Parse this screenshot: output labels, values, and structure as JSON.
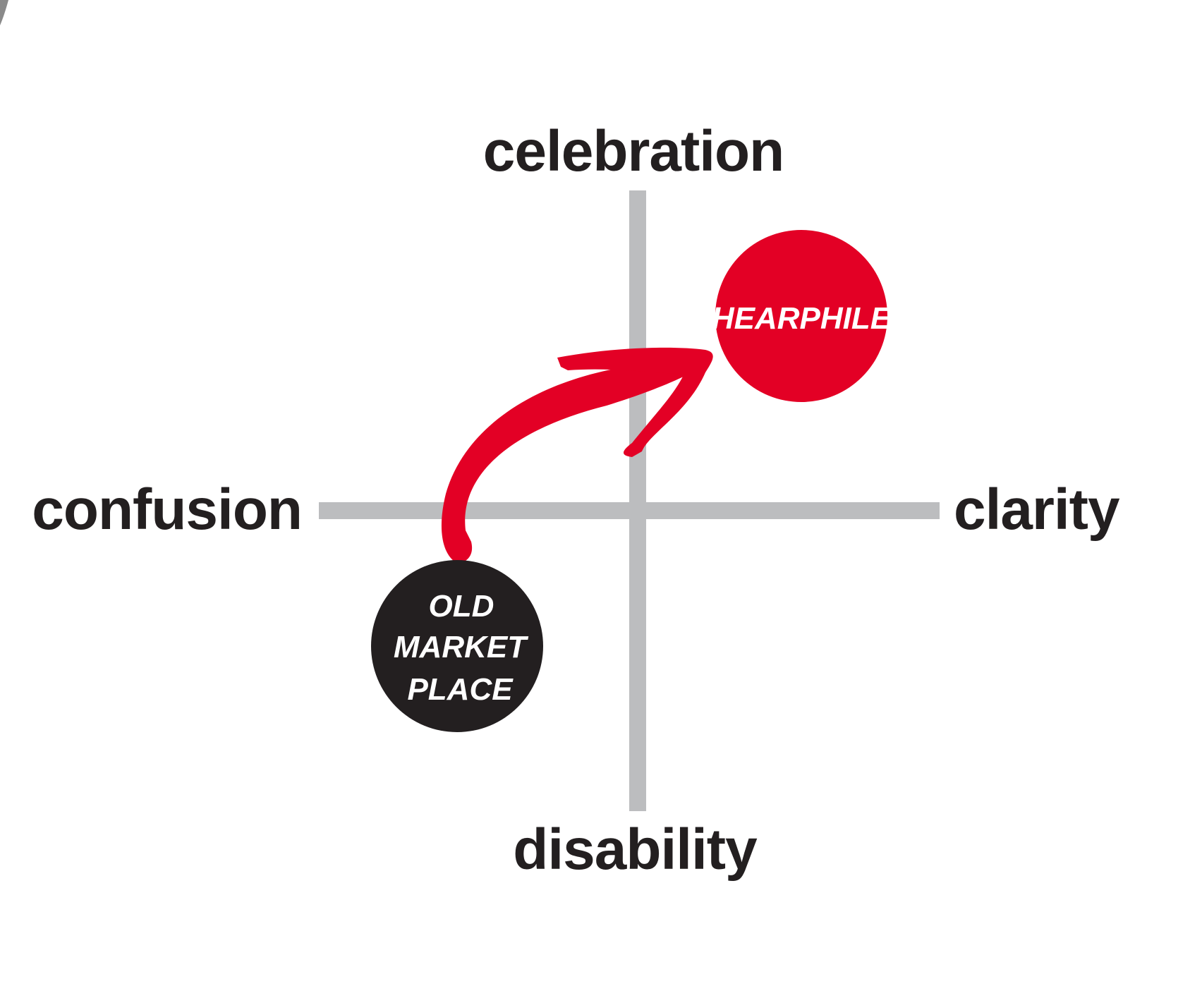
{
  "axes": {
    "top": "celebration",
    "bottom": "disability",
    "left": "confusion",
    "right": "clarity"
  },
  "nodes": {
    "from": {
      "lines": [
        "OLD",
        "MARKET",
        "PLACE"
      ],
      "color": "#231f20"
    },
    "to": {
      "lines": [
        "HEARPHILE"
      ],
      "color": "#e30025"
    }
  },
  "colors": {
    "axis_line": "#bcbdbf",
    "text": "#231f20",
    "arrow": "#e30025"
  }
}
